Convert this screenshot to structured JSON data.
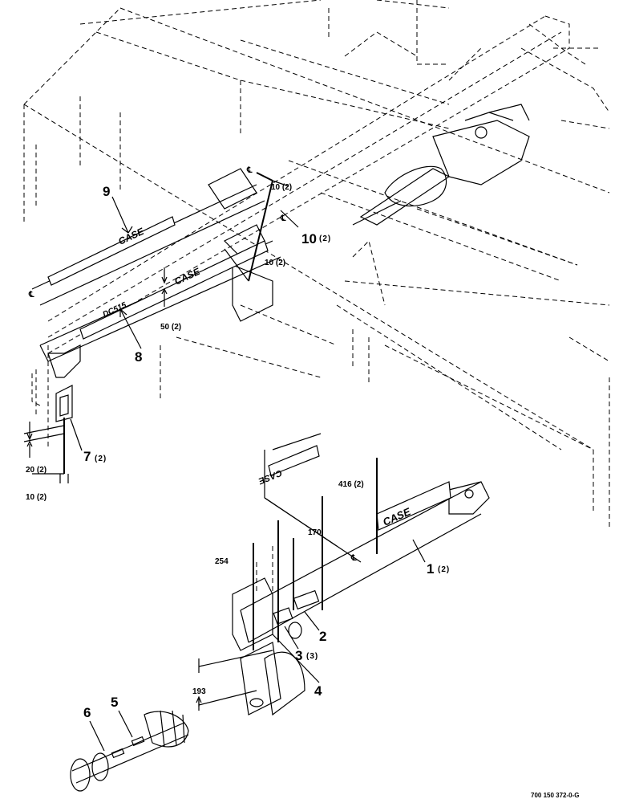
{
  "callouts": {
    "c1": "1",
    "c1_qty": "(2)",
    "c2": "2",
    "c3": "3",
    "c3_qty": "(3)",
    "c4": "4",
    "c5": "5",
    "c6": "6",
    "c7": "7",
    "c7_qty": "(2)",
    "c8": "8",
    "c9": "9",
    "c10": "10",
    "c10_qty": "(2)"
  },
  "dimensions": {
    "d10_top": "10 (2)",
    "d10_mid": "10 (2)",
    "d50": "50 (2)",
    "d20": "20 (2)",
    "d10_low": "10 (2)",
    "d416": "416 (2)",
    "d170": "170",
    "d254": "254",
    "d193": "193"
  },
  "logos": {
    "case": "CASE",
    "model": "DC515"
  },
  "reference_number": "700 150 372-0-G"
}
